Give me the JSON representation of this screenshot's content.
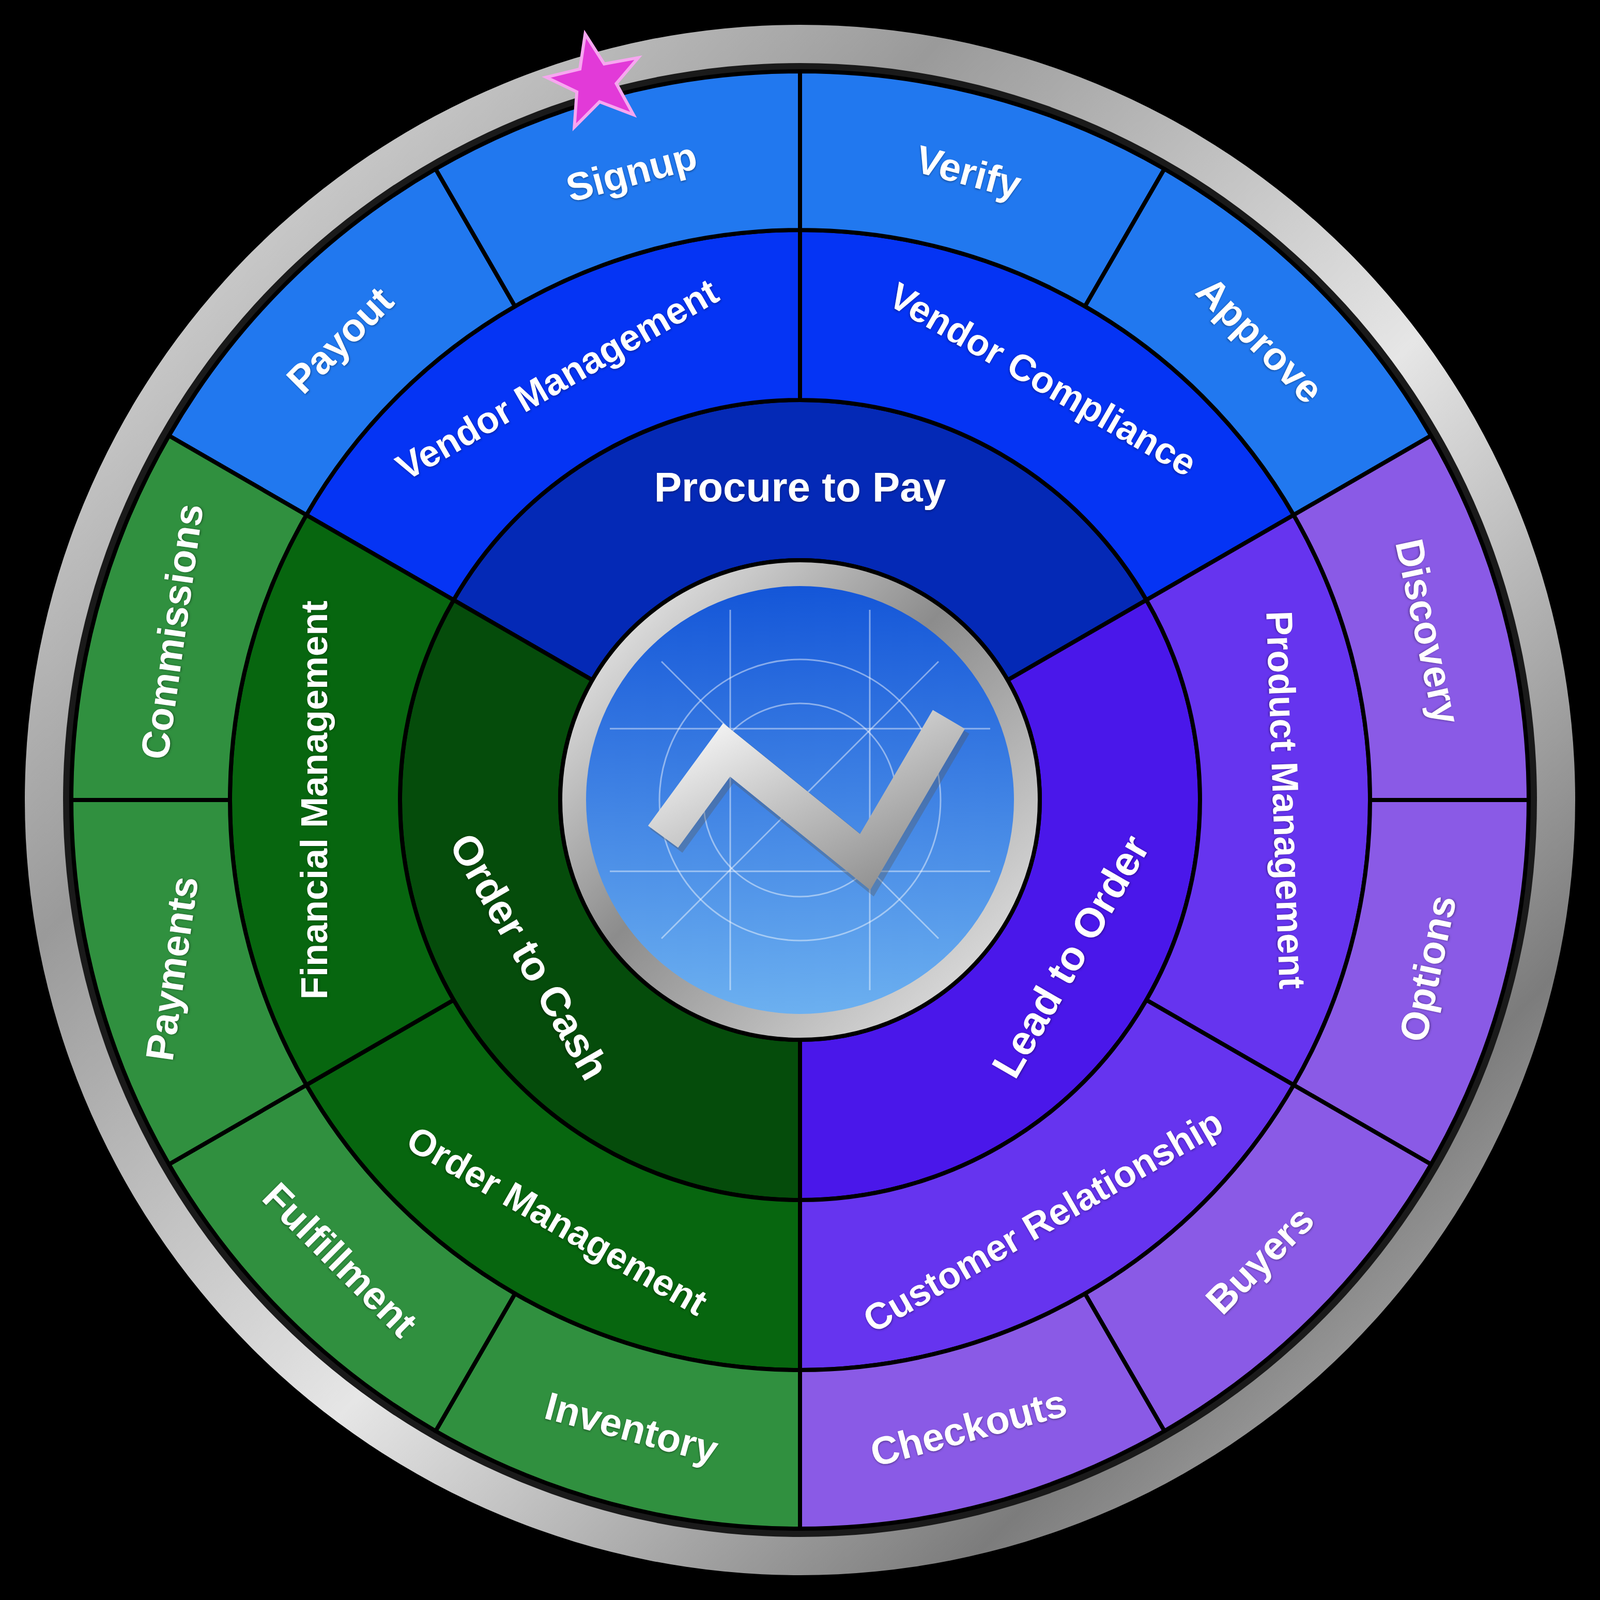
{
  "diagram": {
    "nodes": [
      {
        "text": [
          "Procure to Pay"
        ]
      },
      {
        "text": [
          "Vendor Management"
        ]
      },
      {
        "text": [
          "Vendor Compliance"
        ]
      },
      {
        "text": [
          "Payout"
        ]
      },
      {
        "text": [
          "Signup"
        ]
      },
      {
        "text": [
          "Verify"
        ]
      },
      {
        "text": [
          "Approve"
        ]
      },
      {
        "text": [
          "Lead to Order"
        ]
      },
      {
        "text": [
          "Product Management"
        ]
      },
      {
        "text": [
          "Customer Relationship"
        ]
      },
      {
        "text": [
          "Discovery"
        ]
      },
      {
        "text": [
          "Options"
        ]
      },
      {
        "text": [
          "Buyers"
        ]
      },
      {
        "text": [
          "Checkouts"
        ]
      },
      {
        "text": [
          "Order to Cash"
        ]
      },
      {
        "text": [
          "Order Management"
        ]
      },
      {
        "text": [
          "Financial Management"
        ]
      },
      {
        "text": [
          "Inventory"
        ]
      },
      {
        "text": [
          "Fulfillment"
        ]
      },
      {
        "text": [
          "Payments"
        ]
      },
      {
        "text": [
          "Commissions"
        ]
      }
    ]
  }
}
